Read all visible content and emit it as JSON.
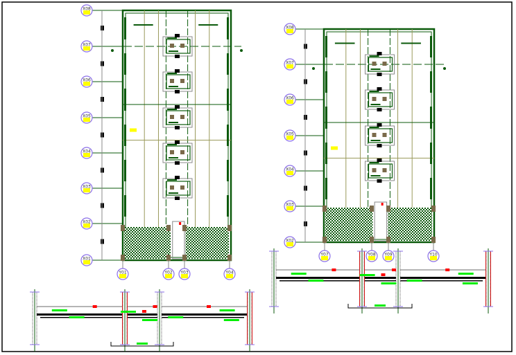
{
  "colors": {
    "wall": "#0b5a0b",
    "grid_bubble": "#8a6ee8",
    "bubble_fill": "#ffff00",
    "column": "#7a6a4a",
    "marker": "#ff0000",
    "annotation": "#00ee00",
    "guide": "#9a9a5a"
  },
  "left_plan": {
    "x_axes": [
      "X08",
      "X07",
      "X06",
      "X05",
      "X04",
      "X03",
      "X02",
      "X01"
    ],
    "y_axes": [
      "Y01",
      "Y02",
      "Y03",
      "Y04"
    ]
  },
  "right_plan": {
    "x_axes": [
      "X08",
      "X07",
      "X06",
      "X05",
      "X04",
      "X03",
      "X02"
    ],
    "y_axes": [
      "Y07",
      "Y08",
      "Y09",
      "Y10"
    ]
  }
}
